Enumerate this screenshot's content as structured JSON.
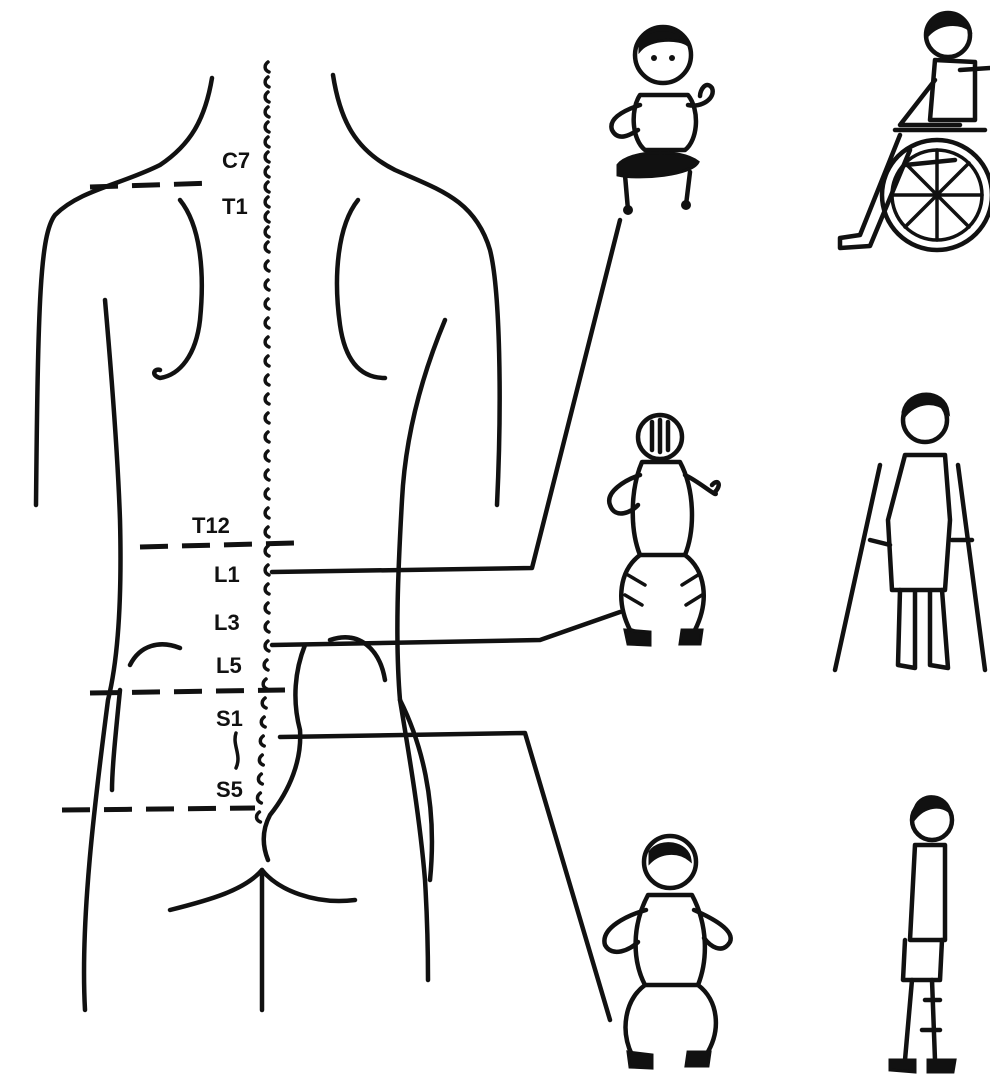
{
  "spine_labels": {
    "c7": "C7",
    "t1": "T1",
    "t12": "T12",
    "l1": "L1",
    "l3": "L3",
    "l5": "L5",
    "s1": "S1",
    "s5": "S5"
  }
}
